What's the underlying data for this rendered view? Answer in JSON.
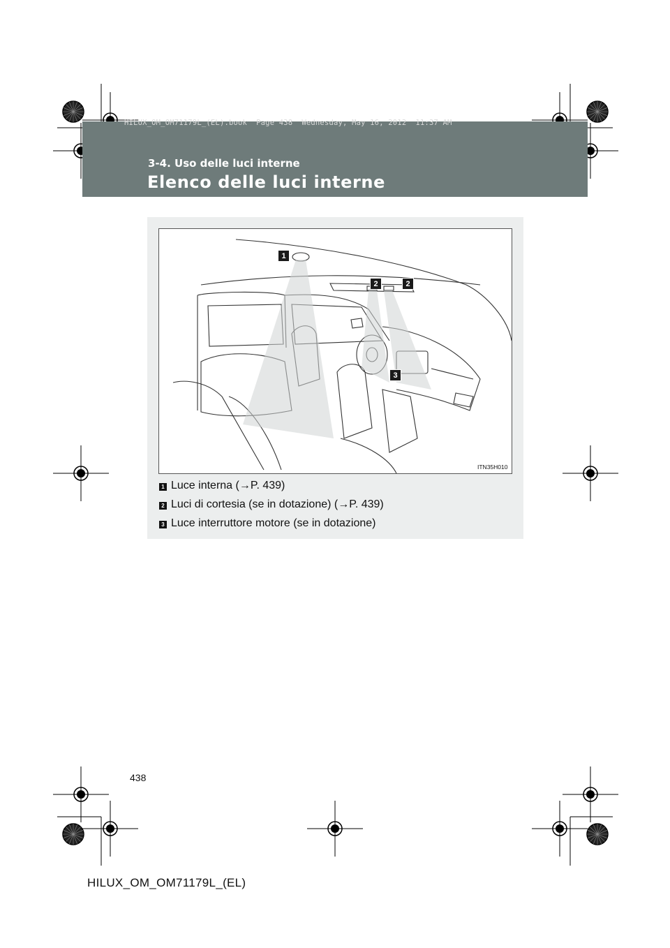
{
  "header": {
    "book_meta": "HILUX_OM_OM71179L_(EL).book  Page 438  Wednesday, May 16, 2012  11:37 AM",
    "section": "3-4. Uso delle luci interne",
    "title": "Elenco delle luci interne",
    "band_color": "#6e7b7a"
  },
  "figure": {
    "code": "ITN35H010",
    "callouts": [
      "1",
      "2",
      "2",
      "3"
    ]
  },
  "legend": [
    {
      "badge": "1",
      "text": "Luce interna (→P. 439)"
    },
    {
      "badge": "2",
      "text": "Luci di cortesia (se in dotazione) (→P. 439)"
    },
    {
      "badge": "3",
      "text": "Luce interruttore motore (se in dotazione)"
    }
  ],
  "footer": {
    "page_number": "438",
    "document_id": "HILUX_OM_OM71179L_(EL)"
  }
}
